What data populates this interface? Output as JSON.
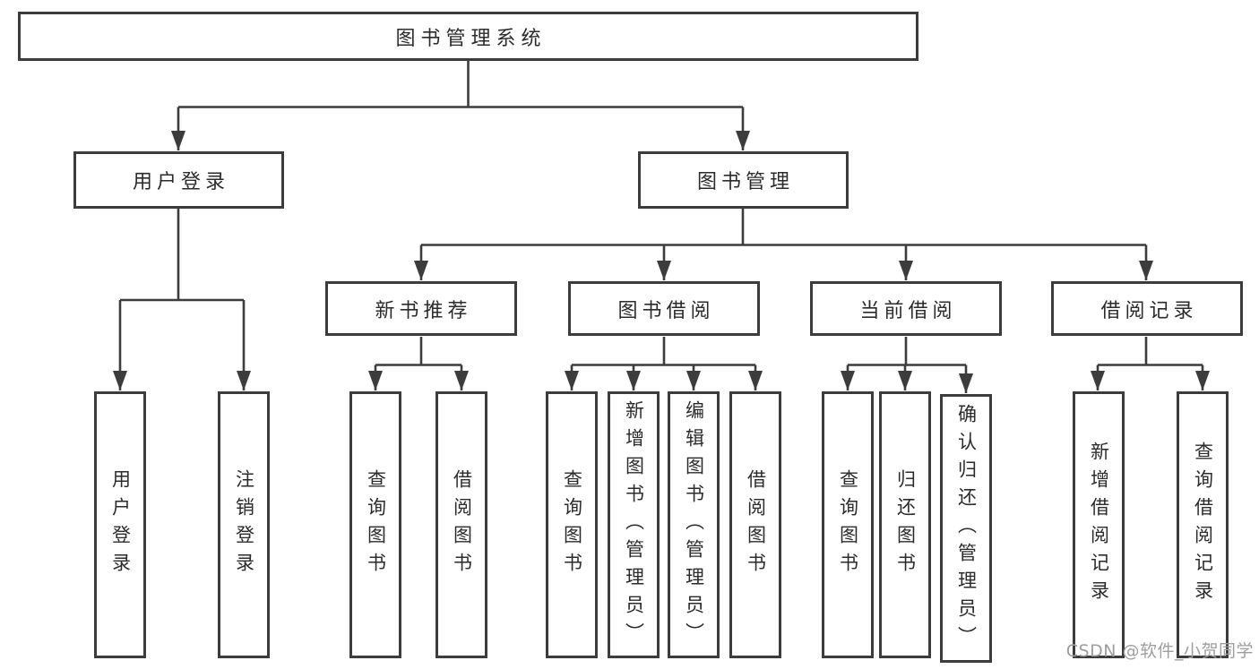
{
  "diagram_type": "tree",
  "colors": {
    "background": "#ffffff",
    "line": "#3c3c3c",
    "text": "#2b2b2b",
    "watermark": "#9e9e9e"
  },
  "root": {
    "label": "图书管理系统"
  },
  "level2": [
    {
      "label": "用户登录"
    },
    {
      "label": "图书管理"
    }
  ],
  "level3": [
    {
      "parent": "图书管理",
      "label": "新书推荐"
    },
    {
      "parent": "图书管理",
      "label": "图书借阅"
    },
    {
      "parent": "图书管理",
      "label": "当前借阅"
    },
    {
      "parent": "图书管理",
      "label": "借阅记录"
    }
  ],
  "leaves": [
    {
      "parent": "用户登录",
      "label": "用户登录"
    },
    {
      "parent": "用户登录",
      "label": "注销登录"
    },
    {
      "parent": "新书推荐",
      "label": "查询图书"
    },
    {
      "parent": "新书推荐",
      "label": "借阅图书"
    },
    {
      "parent": "图书借阅",
      "label": "查询图书"
    },
    {
      "parent": "图书借阅",
      "label": "新增图书（管理员）"
    },
    {
      "parent": "图书借阅",
      "label": "编辑图书（管理员）"
    },
    {
      "parent": "图书借阅",
      "label": "借阅图书"
    },
    {
      "parent": "当前借阅",
      "label": "查询图书"
    },
    {
      "parent": "当前借阅",
      "label": "归还图书"
    },
    {
      "parent": "当前借阅",
      "label": "确认归还（管理员）"
    },
    {
      "parent": "借阅记录",
      "label": "新增借阅记录"
    },
    {
      "parent": "借阅记录",
      "label": "查询借阅记录"
    }
  ],
  "watermark": {
    "text": "CSDN @软件_小贺同学"
  }
}
